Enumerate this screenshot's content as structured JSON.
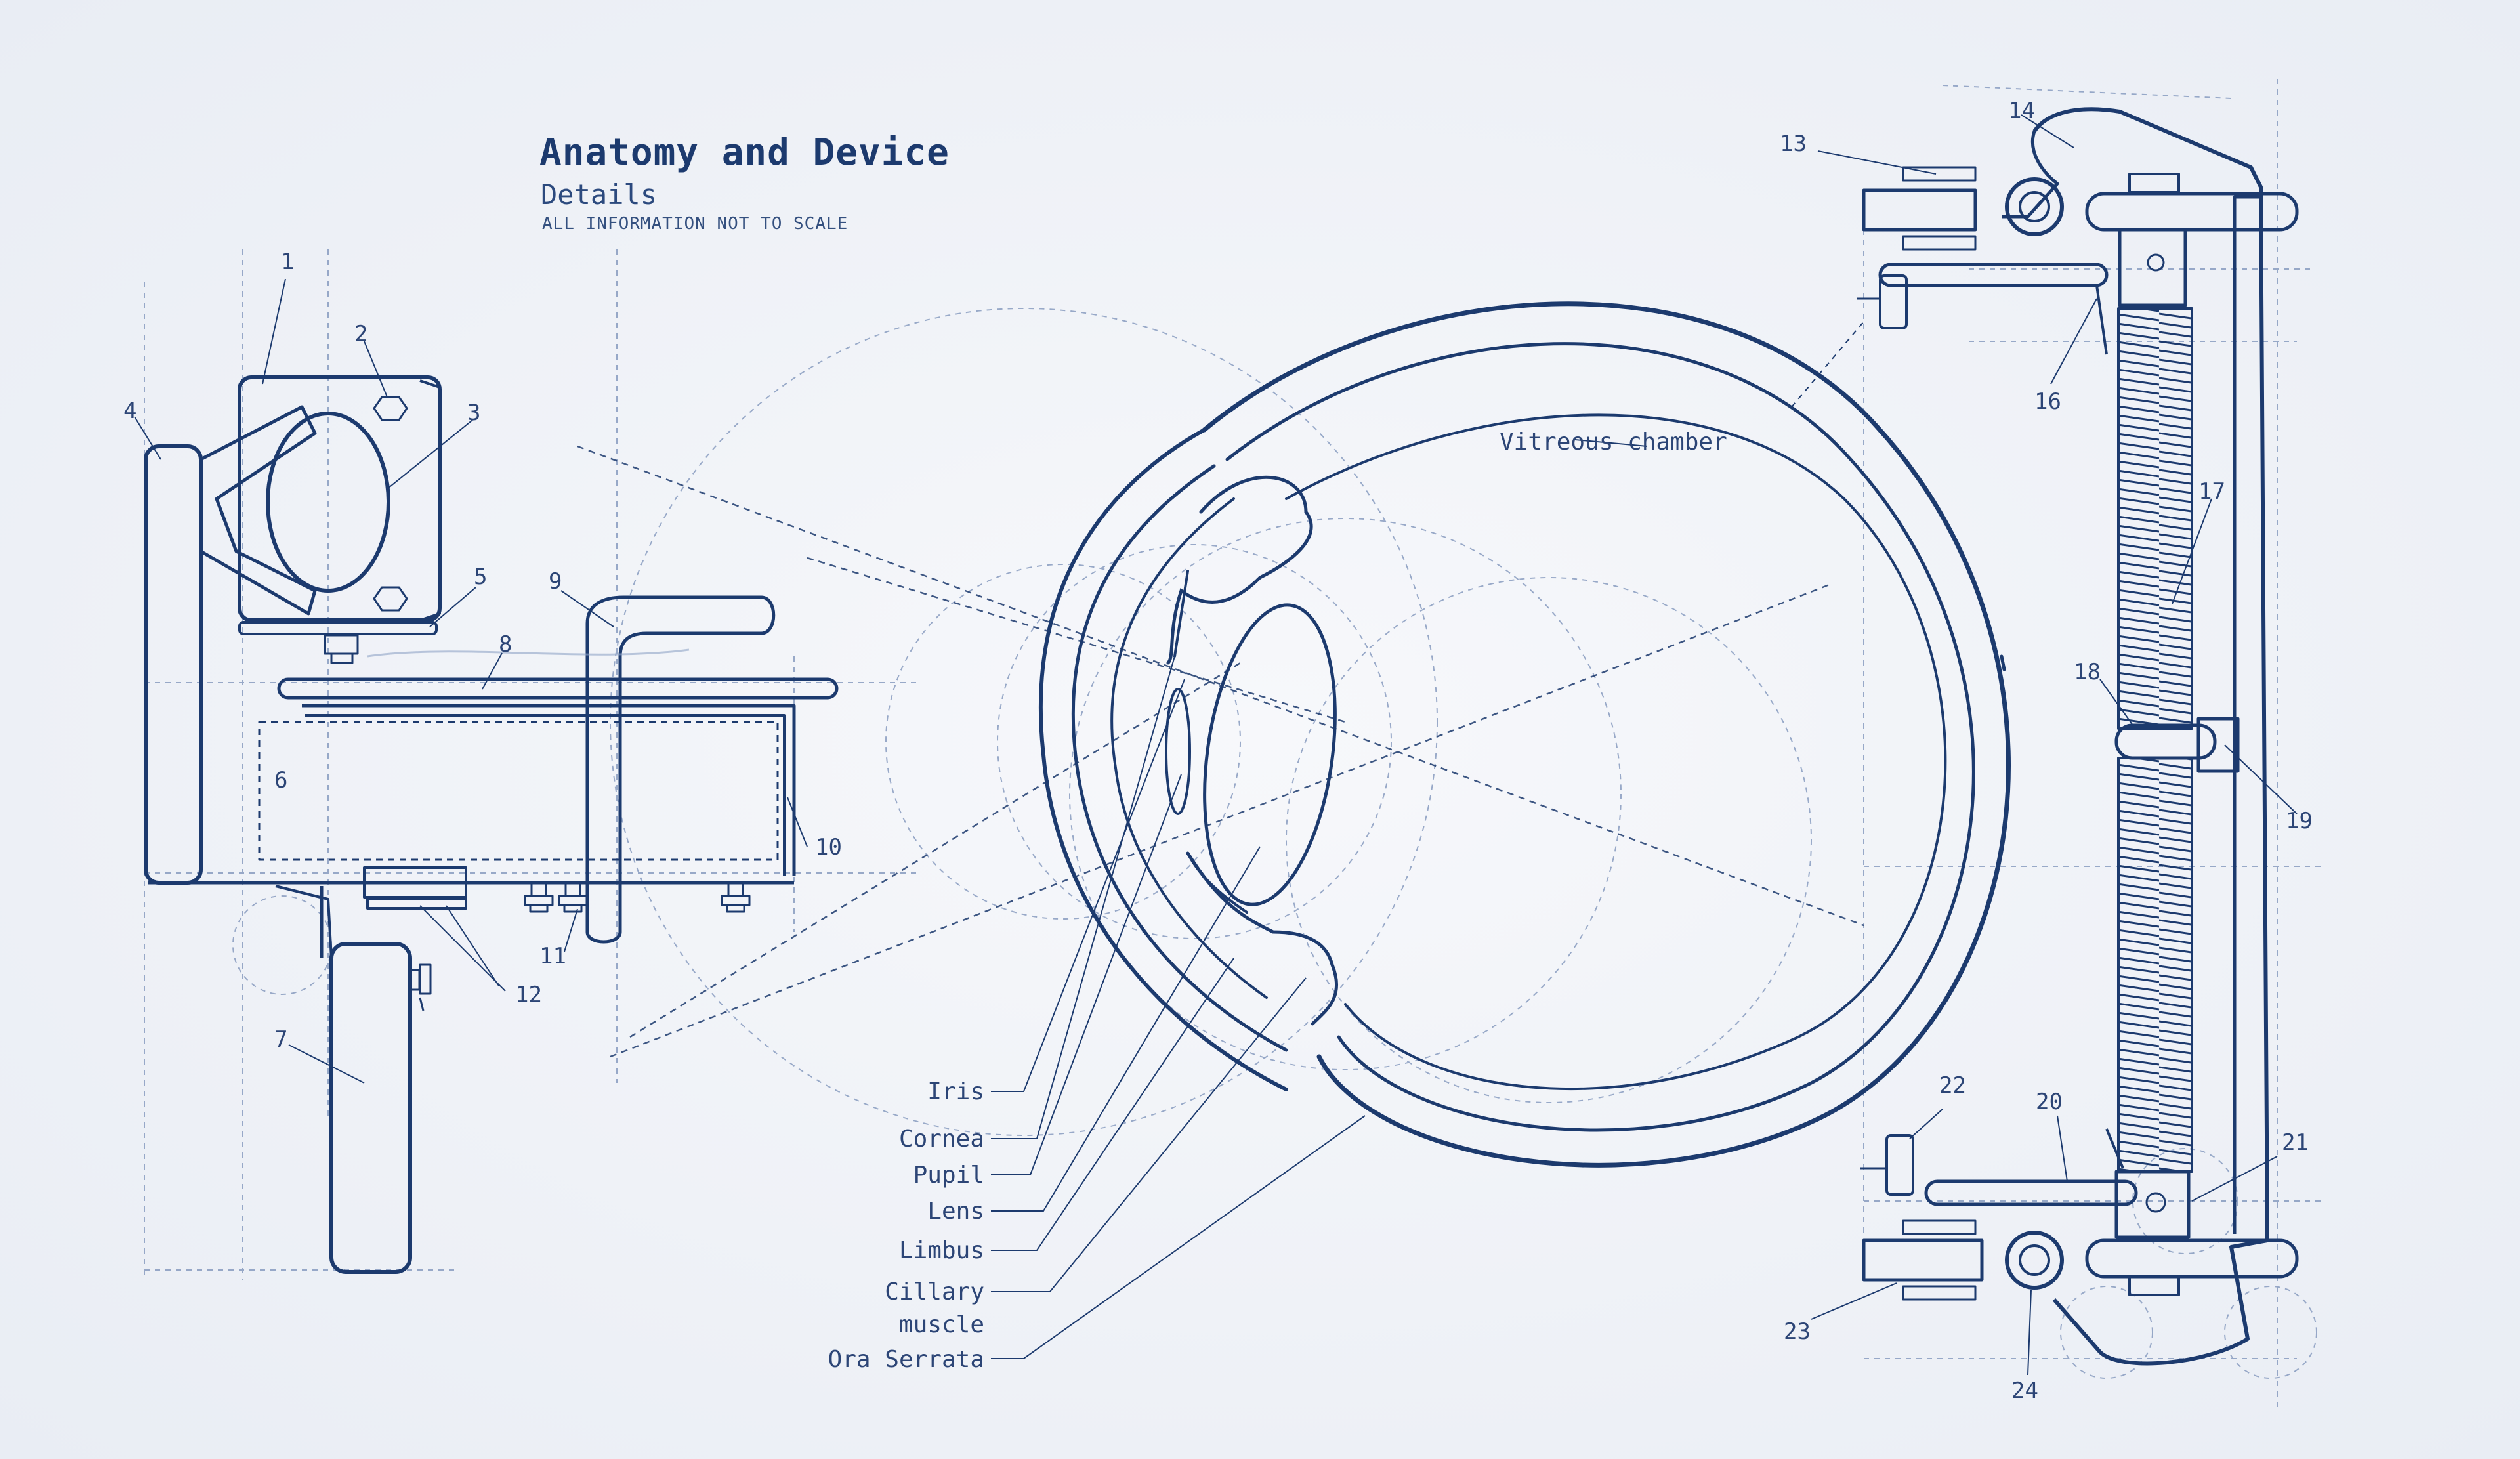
{
  "header": {
    "title": "Anatomy and Device",
    "subtitle": "Details",
    "note": "ALL INFORMATION NOT TO SCALE"
  },
  "labels": {
    "vitreous": "Vitreous chamber",
    "iris": "Iris",
    "cornea": "Cornea",
    "pupil": "Pupil",
    "lens": "Lens",
    "limbus": "Limbus",
    "ciliary_1": "Cillary",
    "ciliary_2": "muscle",
    "ora_serrata": "Ora Serrata"
  },
  "callouts": [
    "1",
    "2",
    "3",
    "4",
    "5",
    "6",
    "7",
    "8",
    "9",
    "10",
    "11",
    "12",
    "13",
    "14",
    "16",
    "17",
    "18",
    "19",
    "20",
    "21",
    "22",
    "23",
    "24"
  ],
  "colors": {
    "ink": "#1c3a6e",
    "ink_light": "#6e86b0",
    "paper": "#f3f5f8"
  }
}
